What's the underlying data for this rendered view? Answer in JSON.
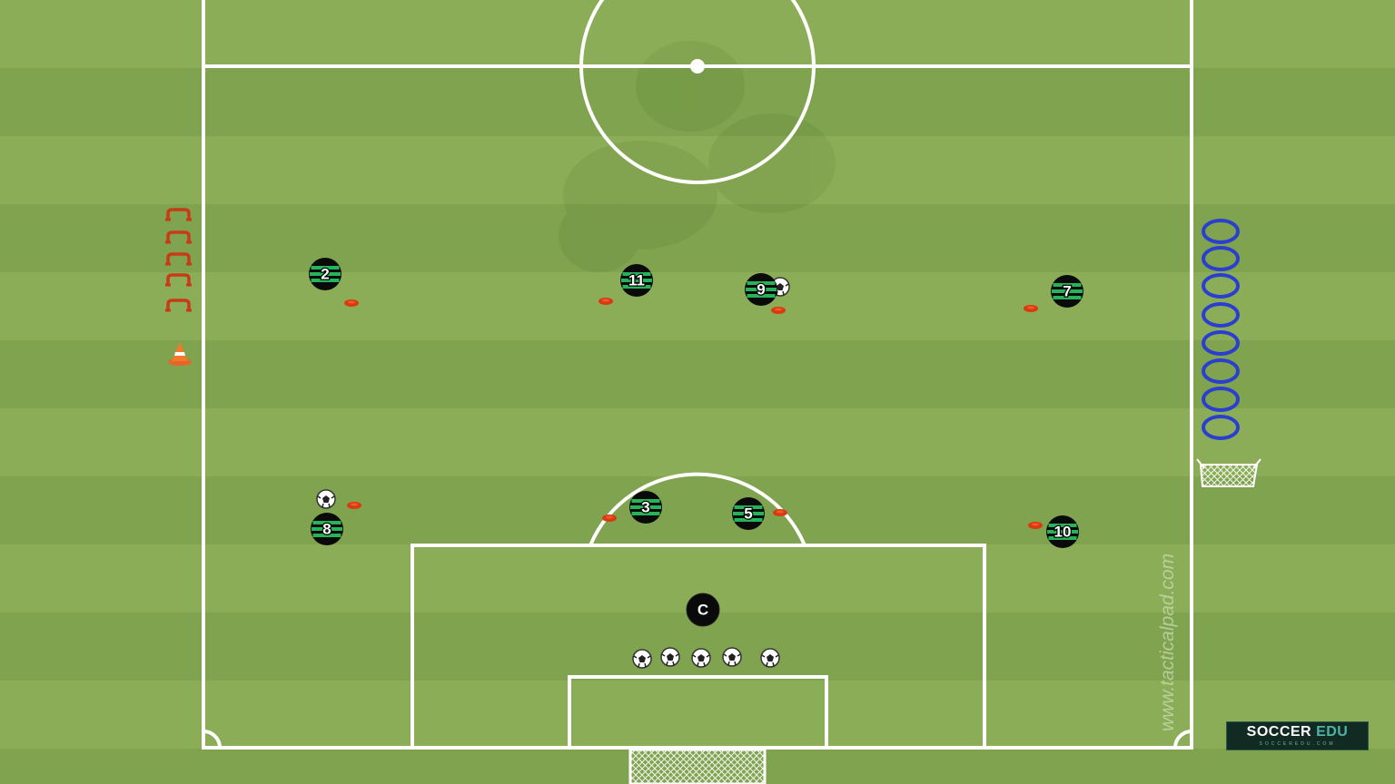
{
  "players": [
    {
      "label": "2"
    },
    {
      "label": "11"
    },
    {
      "label": "9"
    },
    {
      "label": "7"
    },
    {
      "label": "8"
    },
    {
      "label": "3"
    },
    {
      "label": "5"
    },
    {
      "label": "10"
    }
  ],
  "coach": {
    "label": "C"
  },
  "watermark": "www.tacticalpad.com",
  "brand": {
    "name": "SOCCER",
    "name_accent": "EDU",
    "tagline": "SOCCEREDU.COM"
  },
  "colors": {
    "grass_light": "#8cad58",
    "grass_dark": "#7fa34e",
    "lines": "#ffffff",
    "player_fill": "#0a0a0a",
    "player_stripe": "#27b35a",
    "marker_disc": "#d93a12",
    "cone": "#f07a2a",
    "hurdle": "#c83a18",
    "ring": "#2a3fd0",
    "goal_net": "#ffffff"
  },
  "icons": {
    "marker": "flat-disc-marker-icon",
    "cone": "traffic-cone-icon",
    "hurdle": "mini-hurdle-icon",
    "ring": "agility-ring-icon",
    "ball": "soccer-ball-icon",
    "goal": "goal-net-icon"
  }
}
